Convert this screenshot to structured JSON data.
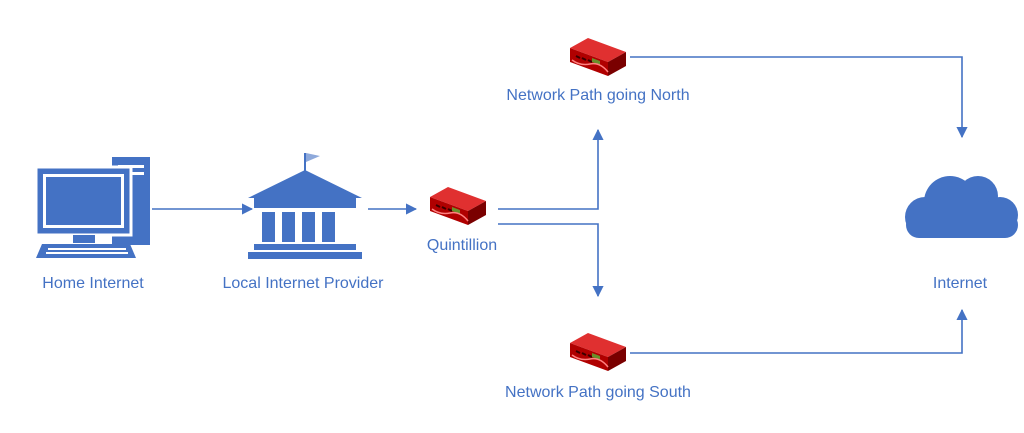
{
  "nodes": {
    "home": {
      "label": "Home Internet",
      "icon": "desktop-computer-icon"
    },
    "provider": {
      "label": "Local Internet Provider",
      "icon": "institution-building-icon"
    },
    "quintillion": {
      "label": "Quintillion",
      "icon": "router-icon"
    },
    "north": {
      "label": "Network Path going North",
      "icon": "router-icon"
    },
    "south": {
      "label": "Network Path going South",
      "icon": "router-icon"
    },
    "internet": {
      "label": "Internet",
      "icon": "cloud-icon"
    }
  },
  "edges": [
    {
      "from": "home",
      "to": "provider"
    },
    {
      "from": "provider",
      "to": "quintillion"
    },
    {
      "from": "quintillion",
      "to": "north"
    },
    {
      "from": "quintillion",
      "to": "south"
    },
    {
      "from": "north",
      "to": "internet"
    },
    {
      "from": "south",
      "to": "internet"
    }
  ],
  "colors": {
    "accent": "#4472c4",
    "router_red": "#c00000",
    "router_dark": "#7a0000"
  }
}
